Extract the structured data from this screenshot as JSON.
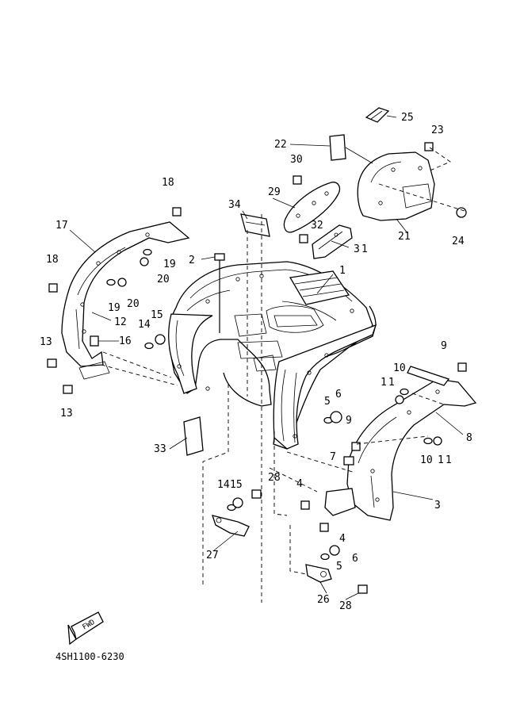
{
  "diagram": {
    "code": "4SH1100-6230",
    "fwd_label": "FWD",
    "callouts": [
      "1",
      "2",
      "3",
      "4",
      "4",
      "5",
      "5",
      "6",
      "6",
      "7",
      "8",
      "9",
      "9",
      "10",
      "10",
      "11",
      "11",
      "12",
      "13",
      "13",
      "14",
      "14",
      "15",
      "15",
      "16",
      "17",
      "18",
      "18",
      "19",
      "19",
      "20",
      "20",
      "21",
      "22",
      "23",
      "24",
      "25",
      "26",
      "27",
      "28",
      "28",
      "29",
      "30",
      "31",
      "32",
      "33",
      "34"
    ]
  }
}
